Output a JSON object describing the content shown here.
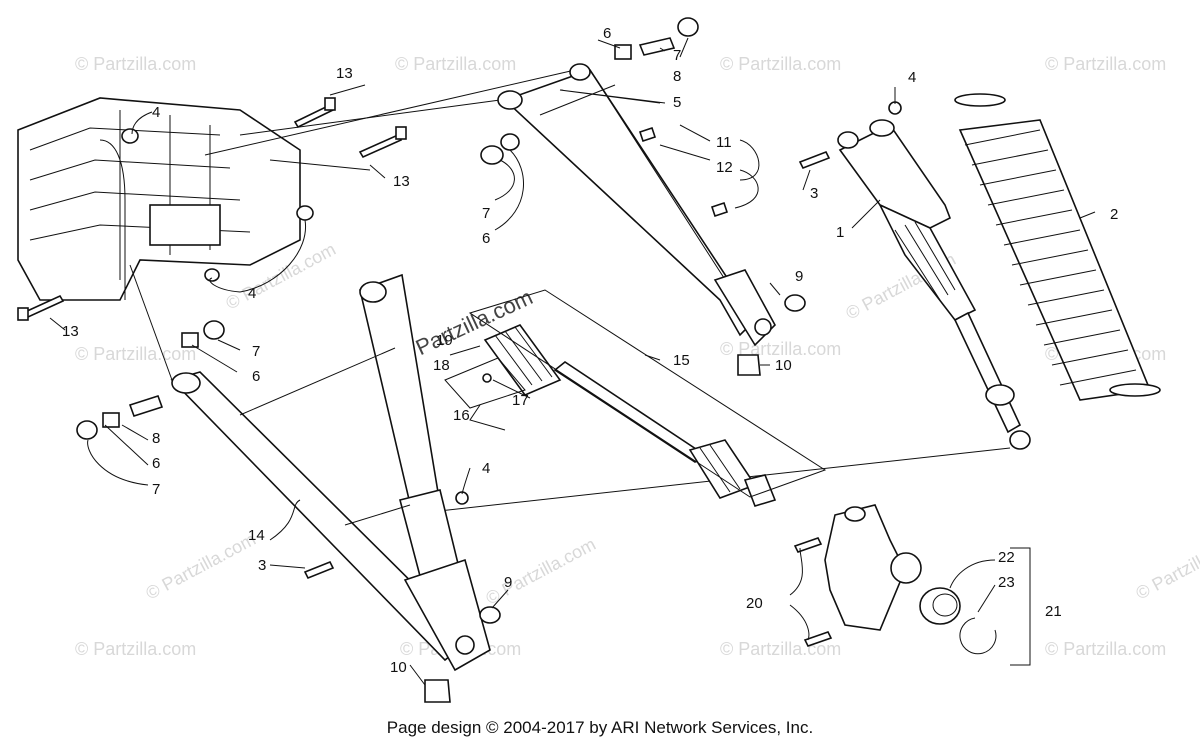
{
  "footer": "Page design © 2004-2017 by ARI Network Services, Inc.",
  "watermark": "© Partzilla.com",
  "center_watermark": "© Partzilla.com",
  "callouts": {
    "c1": "1",
    "c2": "2",
    "c3a": "3",
    "c3b": "3",
    "c4a": "4",
    "c4b": "4",
    "c4c": "4",
    "c4d": "4",
    "c5": "5",
    "c6a": "6",
    "c6b": "6",
    "c6c": "6",
    "c6d": "6",
    "c7a": "7",
    "c7b": "7",
    "c7c": "7",
    "c7d": "7",
    "c8a": "8",
    "c8b": "8",
    "c9a": "9",
    "c9b": "9",
    "c10a": "10",
    "c10b": "10",
    "c11": "11",
    "c12": "12",
    "c13a": "13",
    "c13b": "13",
    "c13c": "13",
    "c14": "14",
    "c15": "15",
    "c16": "16",
    "c17": "17",
    "c18": "18",
    "c19": "19",
    "c20": "20",
    "c21": "21",
    "c22": "22",
    "c23": "23"
  },
  "colors": {
    "ink": "#111111",
    "watermark": "#d8d8d8",
    "background": "#ffffff"
  }
}
